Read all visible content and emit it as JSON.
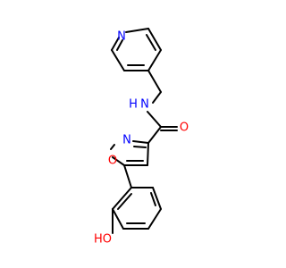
{
  "molecule": {
    "atoms": [
      {
        "id": "n-pyridine",
        "symbol": "N"
      },
      {
        "id": "n-amide",
        "symbol": "N",
        "hydrogen": "H"
      },
      {
        "id": "o-carbonyl",
        "symbol": "O"
      },
      {
        "id": "n-isoxazole",
        "symbol": "N"
      },
      {
        "id": "o-isoxazole",
        "symbol": "O"
      },
      {
        "id": "o-hydroxyl",
        "symbol": "O",
        "hydrogen": "HO"
      }
    ],
    "colors": {
      "bond": "#000000",
      "nitrogen": "#0000ff",
      "oxygen": "#ff0000"
    }
  }
}
